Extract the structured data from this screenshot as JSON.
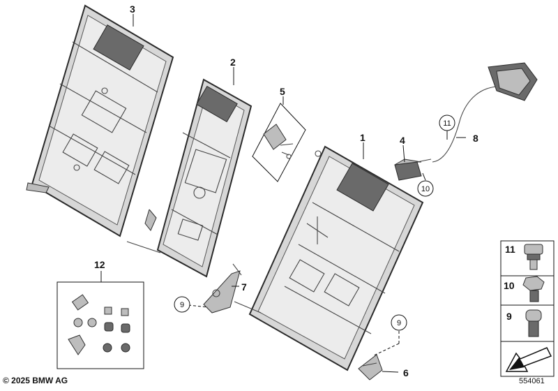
{
  "labels": {
    "p1": "1",
    "p2": "2",
    "p3": "3",
    "p4": "4",
    "p5": "5",
    "p6": "6",
    "p7": "7",
    "p8": "8",
    "p9a": "9",
    "p9b": "9",
    "p10": "10",
    "p11": "11",
    "p12": "12"
  },
  "legend": {
    "row11": "11",
    "row10": "10",
    "row9": "9"
  },
  "footer": {
    "copyright": "© 2025 BMW AG",
    "diagram_id": "554061"
  }
}
